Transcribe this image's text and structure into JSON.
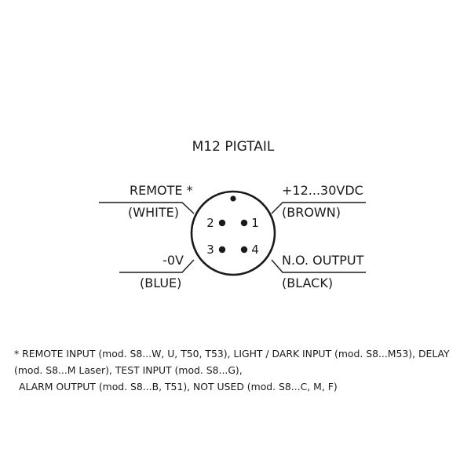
{
  "title": "M12 PIGTAIL",
  "pins": [
    {
      "number": "1",
      "function": "+12...30VDC",
      "wire_color": "(BROWN)"
    },
    {
      "number": "2",
      "function": "REMOTE *",
      "wire_color": "(WHITE)"
    },
    {
      "number": "3",
      "function": "-0V",
      "wire_color": "(BLUE)"
    },
    {
      "number": "4",
      "function": "N.O. OUTPUT",
      "wire_color": "(BLACK)"
    }
  ],
  "footnote": {
    "line1": "* REMOTE INPUT (mod. S8...W, U, T50, T53), LIGHT / DARK INPUT (mod. S8...M53), DELAY",
    "line2": "(mod. S8...M Laser), TEST INPUT (mod. S8...G),",
    "line3": "ALARM OUTPUT (mod. S8...B, T51), NOT USED (mod. S8...C, M, F)"
  }
}
